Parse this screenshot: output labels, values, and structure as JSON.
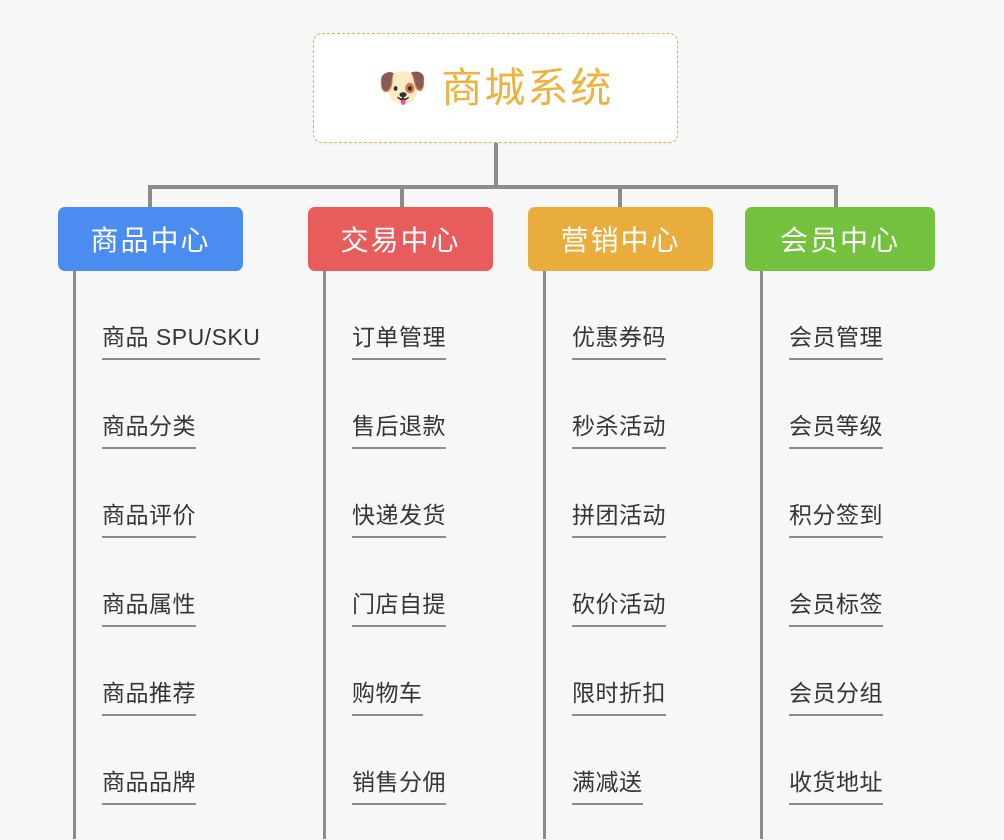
{
  "canvas": {
    "background_color": "#f7f7f7",
    "line_color": "#8c8c8c"
  },
  "root": {
    "title": "商城系统",
    "icon": "dog-face-emoji",
    "emoji": "🐶",
    "text_color": "#edb23f",
    "border_color": "#e8ae52",
    "background_color": "#ffffff"
  },
  "branches": [
    {
      "id": "product-center",
      "label": "商品中心",
      "color": "#4a8cf0",
      "leaves": [
        {
          "label": "商品 SPU/SKU"
        },
        {
          "label": "商品分类"
        },
        {
          "label": "商品评价"
        },
        {
          "label": "商品属性"
        },
        {
          "label": "商品推荐"
        },
        {
          "label": "商品品牌"
        }
      ]
    },
    {
      "id": "trade-center",
      "label": "交易中心",
      "color": "#e85c5c",
      "leaves": [
        {
          "label": "订单管理"
        },
        {
          "label": "售后退款"
        },
        {
          "label": "快递发货"
        },
        {
          "label": "门店自提"
        },
        {
          "label": "购物车"
        },
        {
          "label": "销售分佣"
        }
      ]
    },
    {
      "id": "marketing-center",
      "label": "营销中心",
      "color": "#e9ad3e",
      "leaves": [
        {
          "label": "优惠券码"
        },
        {
          "label": "秒杀活动"
        },
        {
          "label": "拼团活动"
        },
        {
          "label": "砍价活动"
        },
        {
          "label": "限时折扣"
        },
        {
          "label": "满减送"
        }
      ]
    },
    {
      "id": "member-center",
      "label": "会员中心",
      "color": "#74c13e",
      "leaves": [
        {
          "label": "会员管理"
        },
        {
          "label": "会员等级"
        },
        {
          "label": "积分签到"
        },
        {
          "label": "会员标签"
        },
        {
          "label": "会员分组"
        },
        {
          "label": "收货地址"
        }
      ]
    }
  ]
}
